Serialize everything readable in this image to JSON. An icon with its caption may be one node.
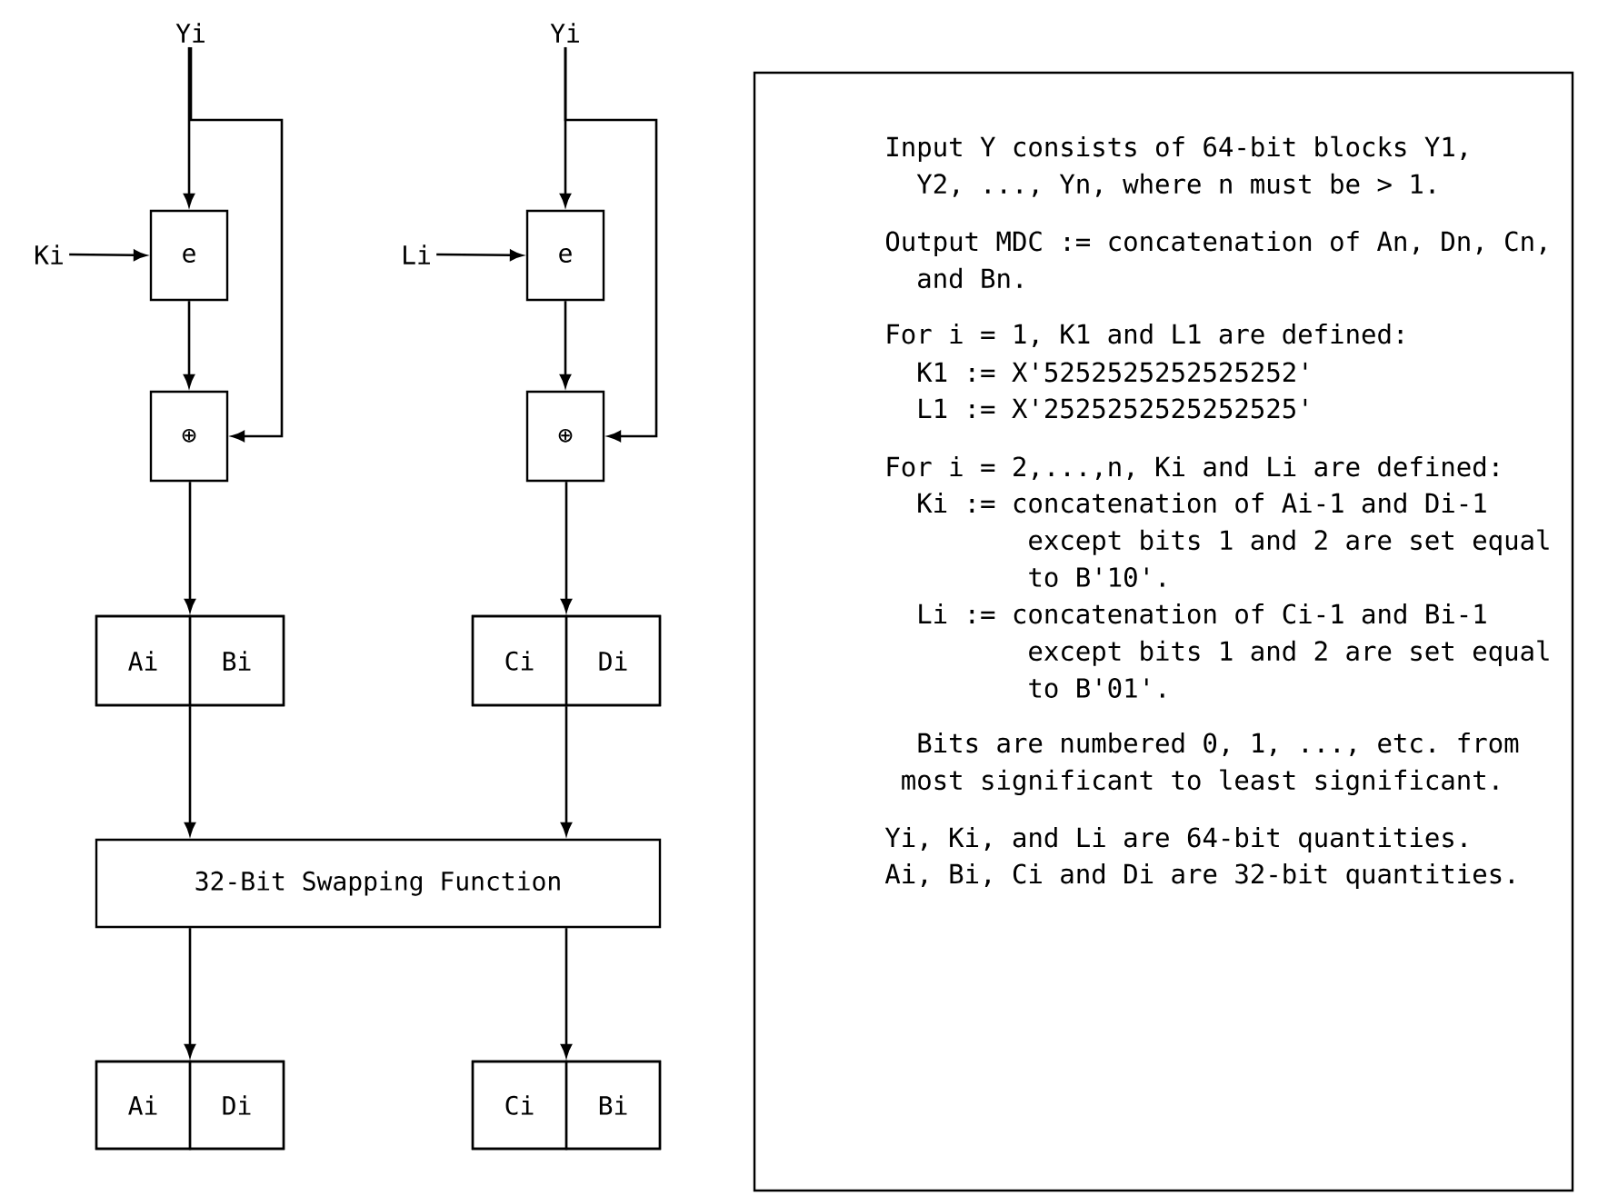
{
  "diagram": {
    "nodes": [
      {
        "text": [
          "Yi"
        ]
      },
      {
        "text": [
          "Yi"
        ]
      },
      {
        "text": [
          "Ki"
        ]
      },
      {
        "text": [
          "e"
        ]
      },
      {
        "text": [
          "Li"
        ]
      },
      {
        "text": [
          "e"
        ]
      },
      {
        "text": [
          "⊕"
        ]
      },
      {
        "text": [
          "⊕"
        ]
      },
      {
        "text": [],
        "shape": "box"
      },
      {
        "text": [
          "Ai"
        ],
        "in": 8
      },
      {
        "text": [
          "Bi"
        ],
        "in": 8
      },
      {
        "text": [],
        "shape": "box"
      },
      {
        "text": [
          "Ci"
        ],
        "in": 11
      },
      {
        "text": [
          "Di"
        ],
        "in": 11
      },
      {
        "text": [
          "32-Bit Swapping Function"
        ]
      },
      {
        "text": [],
        "shape": "box"
      },
      {
        "text": [
          "Ai"
        ],
        "in": 15
      },
      {
        "text": [
          "Di"
        ],
        "in": 15
      },
      {
        "text": [],
        "shape": "box"
      },
      {
        "text": [
          "Ci"
        ],
        "in": 18
      },
      {
        "text": [
          "Bi"
        ],
        "in": 18
      },
      {
        "text": [
          "Input Y consists of 64-bit blocks Y1, Y2, ..., Yn, where n must be > 1.",
          "Output MDC := concatenation of An, Dn, Cn, and Bn.",
          "For i = 1, K1 and L1 are defined:",
          "K1 := X'5252525252525252'",
          "L1 := X'2525252525252525'",
          "For i = 2,...,n, Ki and Li are defined:",
          "Ki := concatenation of Ai-1 and Di-1 except bits 1 and 2 are set equal to B'10'.",
          "Li := concatenation of Ci-1 and Bi-1 except bits 1 and 2 are set equal to B'01'.",
          "Bits are numbered 0, 1, ..., etc. from most significant to least significant.",
          "Yi, Ki, and Li are 64-bit quantities.",
          "Ai, Bi, Ci and Di are 32-bit quantities."
        ]
      }
    ],
    "edges": [
      {
        "from": 0,
        "to": 3,
        "arrow": "to"
      },
      {
        "from": 0,
        "to": 6,
        "arrow": "to"
      },
      {
        "from": 2,
        "to": 3,
        "arrow": "to"
      },
      {
        "from": 3,
        "to": 6,
        "arrow": "to"
      },
      {
        "from": 1,
        "to": 5,
        "arrow": "to"
      },
      {
        "from": 1,
        "to": 7,
        "arrow": "to"
      },
      {
        "from": 4,
        "to": 5,
        "arrow": "to"
      },
      {
        "from": 5,
        "to": 7,
        "arrow": "to"
      },
      {
        "from": 6,
        "to": 8,
        "arrow": "to"
      },
      {
        "from": 7,
        "to": 11,
        "arrow": "to"
      },
      {
        "from": 8,
        "to": 14,
        "arrow": "to"
      },
      {
        "from": 11,
        "to": 14,
        "arrow": "to"
      },
      {
        "from": 14,
        "to": 15,
        "arrow": "to"
      },
      {
        "from": 14,
        "to": 18,
        "arrow": "to"
      }
    ]
  }
}
